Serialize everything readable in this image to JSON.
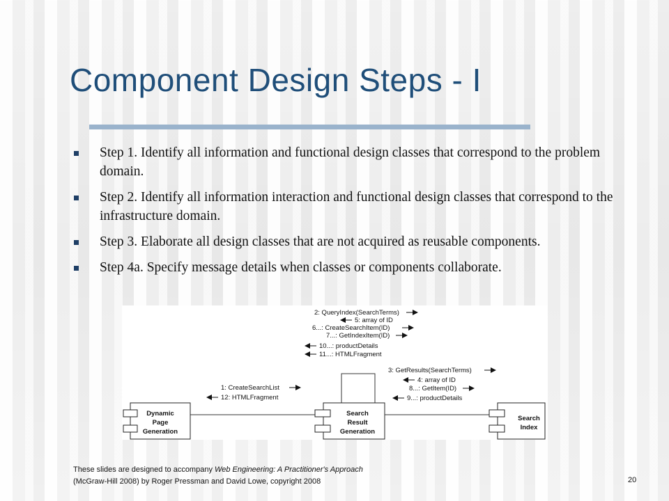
{
  "slide": {
    "title": "Component Design Steps - I",
    "bullets": [
      "Step 1.  Identify all information and functional design classes that correspond to the problem domain.",
      "Step 2.  Identify all information interaction and functional design classes that correspond to the infrastructure domain.",
      "Step 3.  Elaborate all design classes that are not acquired as reusable components.",
      "Step 4a.  Specify message details when classes or components collaborate."
    ]
  },
  "diagram": {
    "components": {
      "dynamic": [
        "Dynamic",
        "Page",
        "Generation"
      ],
      "result": [
        "Search",
        "Result",
        "Generation"
      ],
      "index": [
        "Search",
        "Index"
      ]
    },
    "messages_top": [
      "2: QueryIndex(SearchTerms)",
      "5: array of ID",
      "6...: CreateSearchItem(ID)",
      "7...: GetIndexItem(ID)",
      "10...: productDetails",
      "11...: HTMLFragment"
    ],
    "messages_left": [
      "1: CreateSearchList",
      "12: HTMLFragment"
    ],
    "messages_right": [
      "3: GetResults(SearchTerms)",
      "4: array of ID",
      "8...: GetItem(ID)",
      "9...: productDetails"
    ]
  },
  "footer": {
    "line1_prefix": "These slides are designed to accompany ",
    "line1_title": "Web Engineering: A Practitioner's Approach",
    "line2": "(McGraw-Hill  2008) by Roger Pressman and David Lowe, copyright 2008",
    "page_number": "20"
  },
  "colors": {
    "title": "#1f4e79",
    "rule": "#9ab3cc",
    "bullet_marker": "#1f3f66"
  }
}
